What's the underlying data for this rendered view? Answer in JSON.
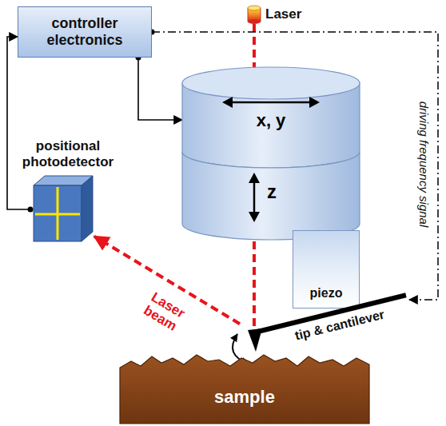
{
  "diagram": {
    "nodes": [
      {
        "text": [
          "controller electronics"
        ]
      },
      {
        "text": [
          "x, y"
        ]
      },
      {
        "text": [
          "z"
        ]
      },
      {
        "text": [
          "positional photodetector"
        ]
      },
      {
        "text": [
          "piezo"
        ]
      },
      {
        "text": [
          "tip & cantilever"
        ]
      },
      {
        "text": [
          "sample"
        ]
      }
    ],
    "edges": [
      {
        "from": 3,
        "to": 0,
        "arrow": "to"
      },
      {
        "from": 0,
        "to": 1,
        "arrow": "to"
      },
      {
        "from": 0,
        "to": 5,
        "arrow": "to",
        "label": "driving frequency signal"
      },
      {
        "from": 5,
        "to": 3,
        "arrow": "to",
        "label": "Laser beam"
      }
    ],
    "labels": [
      "Laser"
    ]
  }
}
